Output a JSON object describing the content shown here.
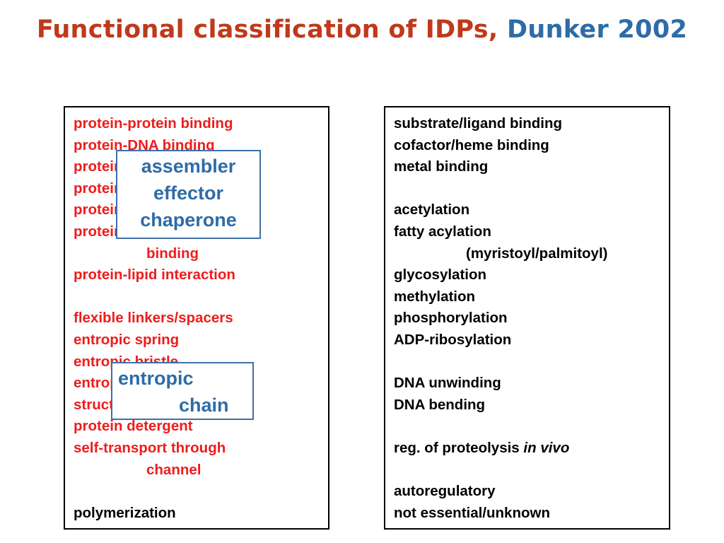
{
  "title": {
    "main": "Functional classification of IDPs,",
    "citation": "Dunker 2002"
  },
  "left_box": {
    "lines": [
      "protein-protein binding",
      "protein-DNA binding",
      "protein-RNA binding",
      "protein-ligand binding",
      "protein-cofactor binding",
      "protein-polysaccharide",
      "binding",
      "protein-lipid interaction",
      "",
      "flexible linkers/spacers",
      "entropic spring",
      "entropic bristle",
      "entropic clock",
      "structural mortar",
      "protein detergent",
      "self-transport through",
      "channel",
      "",
      "polymerization"
    ]
  },
  "overlay_roles": {
    "lines": [
      "assembler",
      "effector",
      "chaperone"
    ]
  },
  "overlay_entropic": {
    "line1": "entropic",
    "line2": "chain"
  },
  "right_box": {
    "lines": [
      "substrate/ligand binding",
      "cofactor/heme binding",
      "metal binding",
      "",
      "acetylation",
      "fatty acylation",
      "(myristoyl/palmitoyl)",
      "glycosylation",
      "methylation",
      "phosphorylation",
      "ADP-ribosylation",
      "",
      "DNA unwinding",
      "DNA bending",
      "",
      "reg. of proteolysis ",
      "autoregulatory",
      "not essential/unknown"
    ],
    "proteolysis_italic": "in vivo"
  }
}
